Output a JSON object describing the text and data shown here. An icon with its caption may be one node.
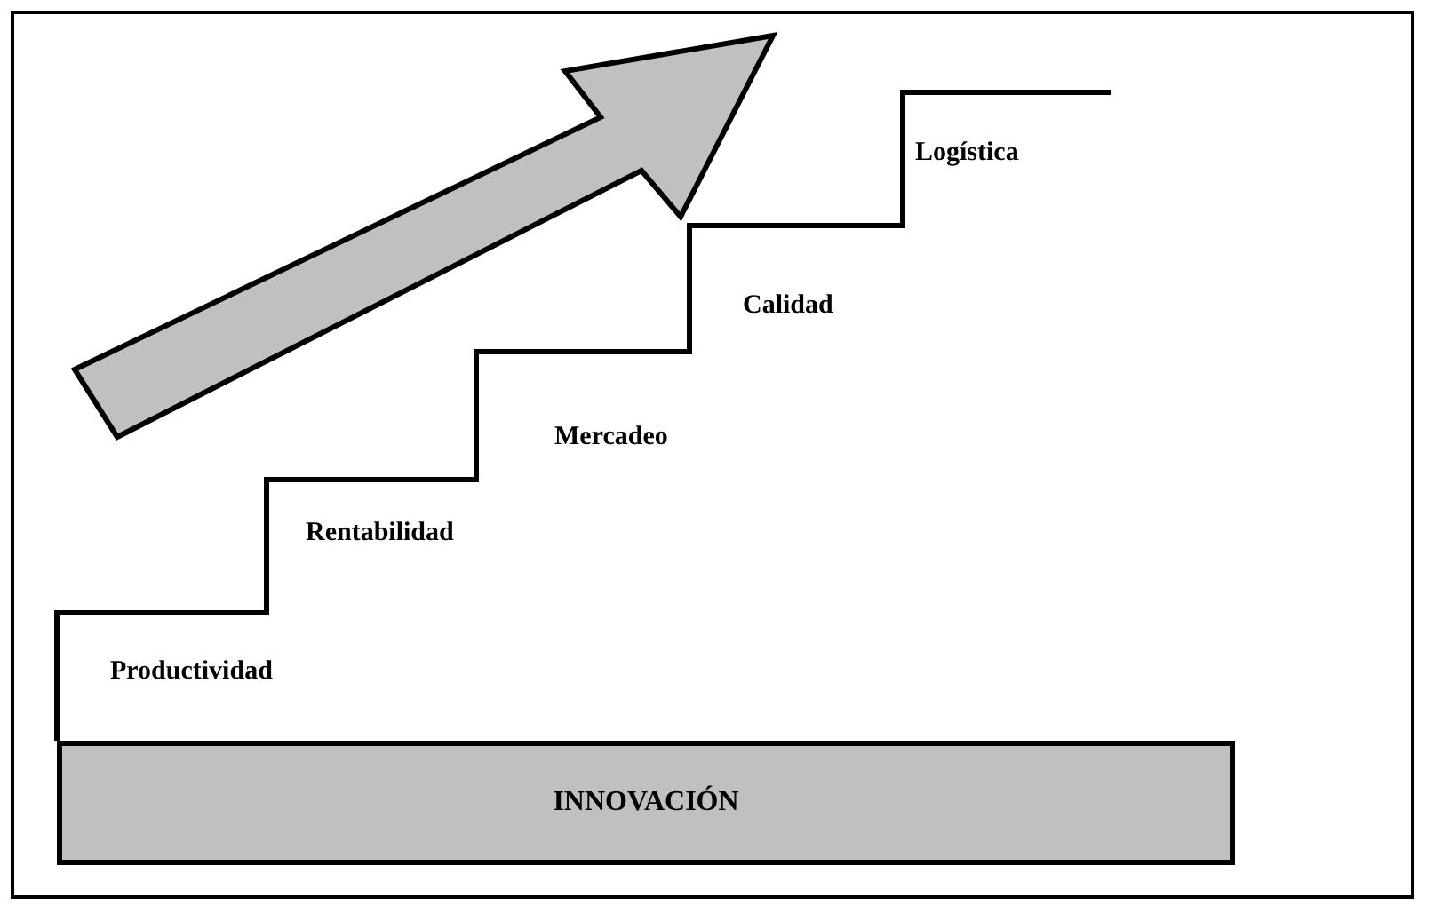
{
  "diagram": {
    "nodes": [
      {
        "text": [
          "INNOVACIÓN"
        ]
      }
    ],
    "labels": [
      "Logística",
      "Calidad",
      "Mercadeo",
      "Rentabilidad",
      "Productividad"
    ]
  }
}
